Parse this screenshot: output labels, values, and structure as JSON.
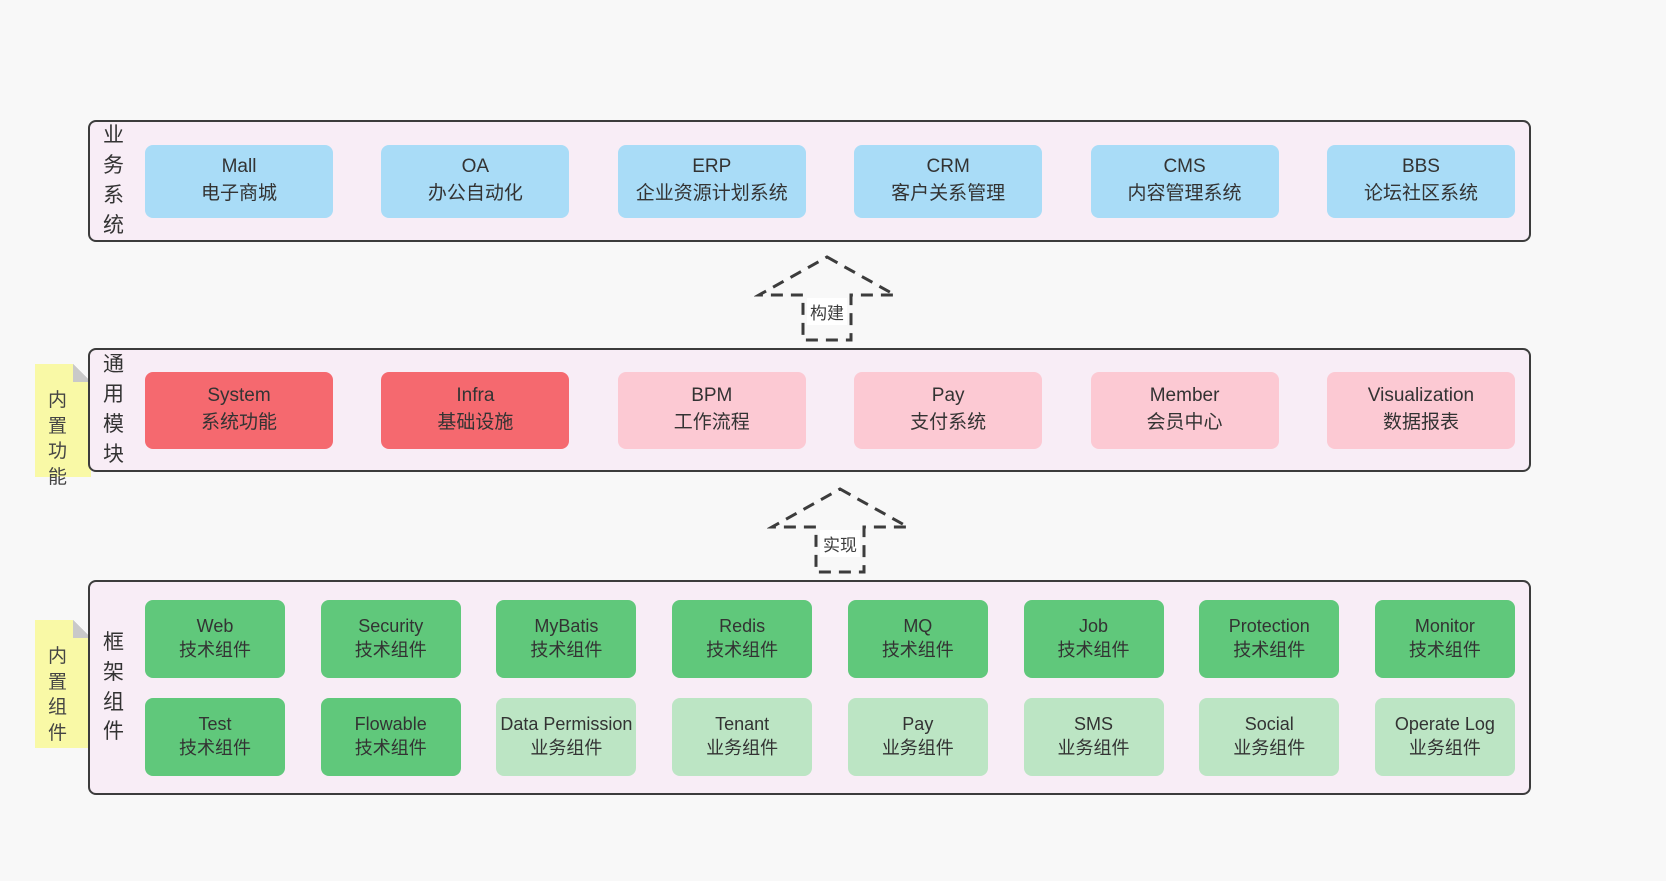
{
  "colors": {
    "page_bg": "#f8f8f8",
    "section_bg": "#f8edf6",
    "section_border": "#3c3c3c",
    "business_box": "#a9dcf7",
    "core_module_box": "#f5696f",
    "module_box": "#fcc9d3",
    "tech_component_box": "#60c87b",
    "biz_component_box": "#bce5c4",
    "note_bg": "#f9f9a6",
    "text": "#333333"
  },
  "arrows": [
    {
      "label": "构建"
    },
    {
      "label": "实现"
    }
  ],
  "notes": [
    {
      "text": "内置功能"
    },
    {
      "text": "内置组件"
    }
  ],
  "sections": [
    {
      "label": "业务系统",
      "items": [
        {
          "en": "Mall",
          "cn": "电子商城"
        },
        {
          "en": "OA",
          "cn": "办公自动化"
        },
        {
          "en": "ERP",
          "cn": "企业资源计划系统"
        },
        {
          "en": "CRM",
          "cn": "客户关系管理"
        },
        {
          "en": "CMS",
          "cn": "内容管理系统"
        },
        {
          "en": "BBS",
          "cn": "论坛社区系统"
        }
      ]
    },
    {
      "label": "通用模块",
      "items": [
        {
          "en": "System",
          "cn": "系统功能"
        },
        {
          "en": "Infra",
          "cn": "基础设施"
        },
        {
          "en": "BPM",
          "cn": "工作流程"
        },
        {
          "en": "Pay",
          "cn": "支付系统"
        },
        {
          "en": "Member",
          "cn": "会员中心"
        },
        {
          "en": "Visualization",
          "cn": "数据报表"
        }
      ]
    },
    {
      "label": "框架组件",
      "rows": [
        [
          {
            "en": "Web",
            "cn": "技术组件"
          },
          {
            "en": "Security",
            "cn": "技术组件"
          },
          {
            "en": "MyBatis",
            "cn": "技术组件"
          },
          {
            "en": "Redis",
            "cn": "技术组件"
          },
          {
            "en": "MQ",
            "cn": "技术组件"
          },
          {
            "en": "Job",
            "cn": "技术组件"
          },
          {
            "en": "Protection",
            "cn": "技术组件"
          },
          {
            "en": "Monitor",
            "cn": "技术组件"
          }
        ],
        [
          {
            "en": "Test",
            "cn": "技术组件"
          },
          {
            "en": "Flowable",
            "cn": "技术组件"
          },
          {
            "en": "Data Permission",
            "cn": "业务组件"
          },
          {
            "en": "Tenant",
            "cn": "业务组件"
          },
          {
            "en": "Pay",
            "cn": "业务组件"
          },
          {
            "en": "SMS",
            "cn": "业务组件"
          },
          {
            "en": "Social",
            "cn": "业务组件"
          },
          {
            "en": "Operate Log",
            "cn": "业务组件"
          }
        ]
      ]
    }
  ]
}
